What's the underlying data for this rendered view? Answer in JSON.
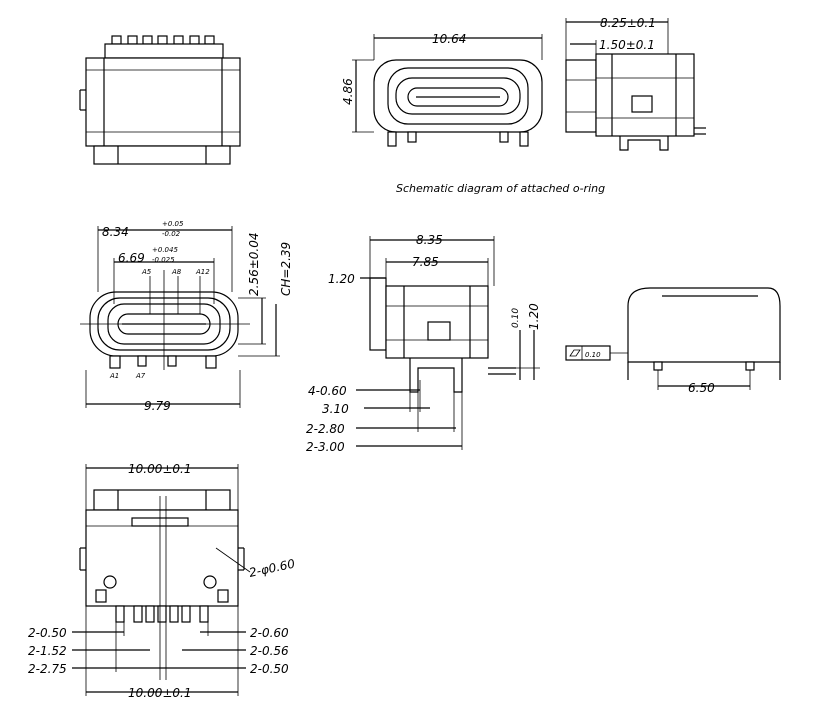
{
  "caption": "Schematic diagram of attached o-ring",
  "top_view_dims": {
    "width": "10.64",
    "height": "4.86"
  },
  "side_view_dims": {
    "outer": "8.25±0.1",
    "inner": "1.50±0.1"
  },
  "front_view_dims": {
    "outer_width": "8.34",
    "outer_tol_plus": "+0.05",
    "outer_tol_minus": "-0.02",
    "inner_width": "6.69",
    "inner_tol_plus": "+0.045",
    "inner_tol_minus": "-0.025",
    "pin_labels": [
      "A5",
      "A8",
      "A12"
    ],
    "bottom_pin_labels": [
      "A1",
      "A7",
      ""
    ],
    "height_right": "2.56±0.04",
    "ch": "CH=2.39",
    "total_width": "9.79"
  },
  "side_detail_dims": {
    "d1": "8.35",
    "d2": "7.85",
    "d3": "1.20",
    "d4": "0.10",
    "d5": "1.20",
    "left_labels": [
      "4-0.60",
      "3.10",
      "2-2.80",
      "2-3.00"
    ]
  },
  "right_view_dims": {
    "flatness": "0.10",
    "pitch": "6.50"
  },
  "bottom_view_dims": {
    "top_width": "10.00±0.1",
    "bottom_width": "10.00±0.1",
    "hole": "2-φ0.60",
    "left_labels": [
      "2-0.50",
      "2-1.52",
      "2-2.75"
    ],
    "right_labels": [
      "2-0.60",
      "2-0.56",
      "2-0.50"
    ]
  }
}
